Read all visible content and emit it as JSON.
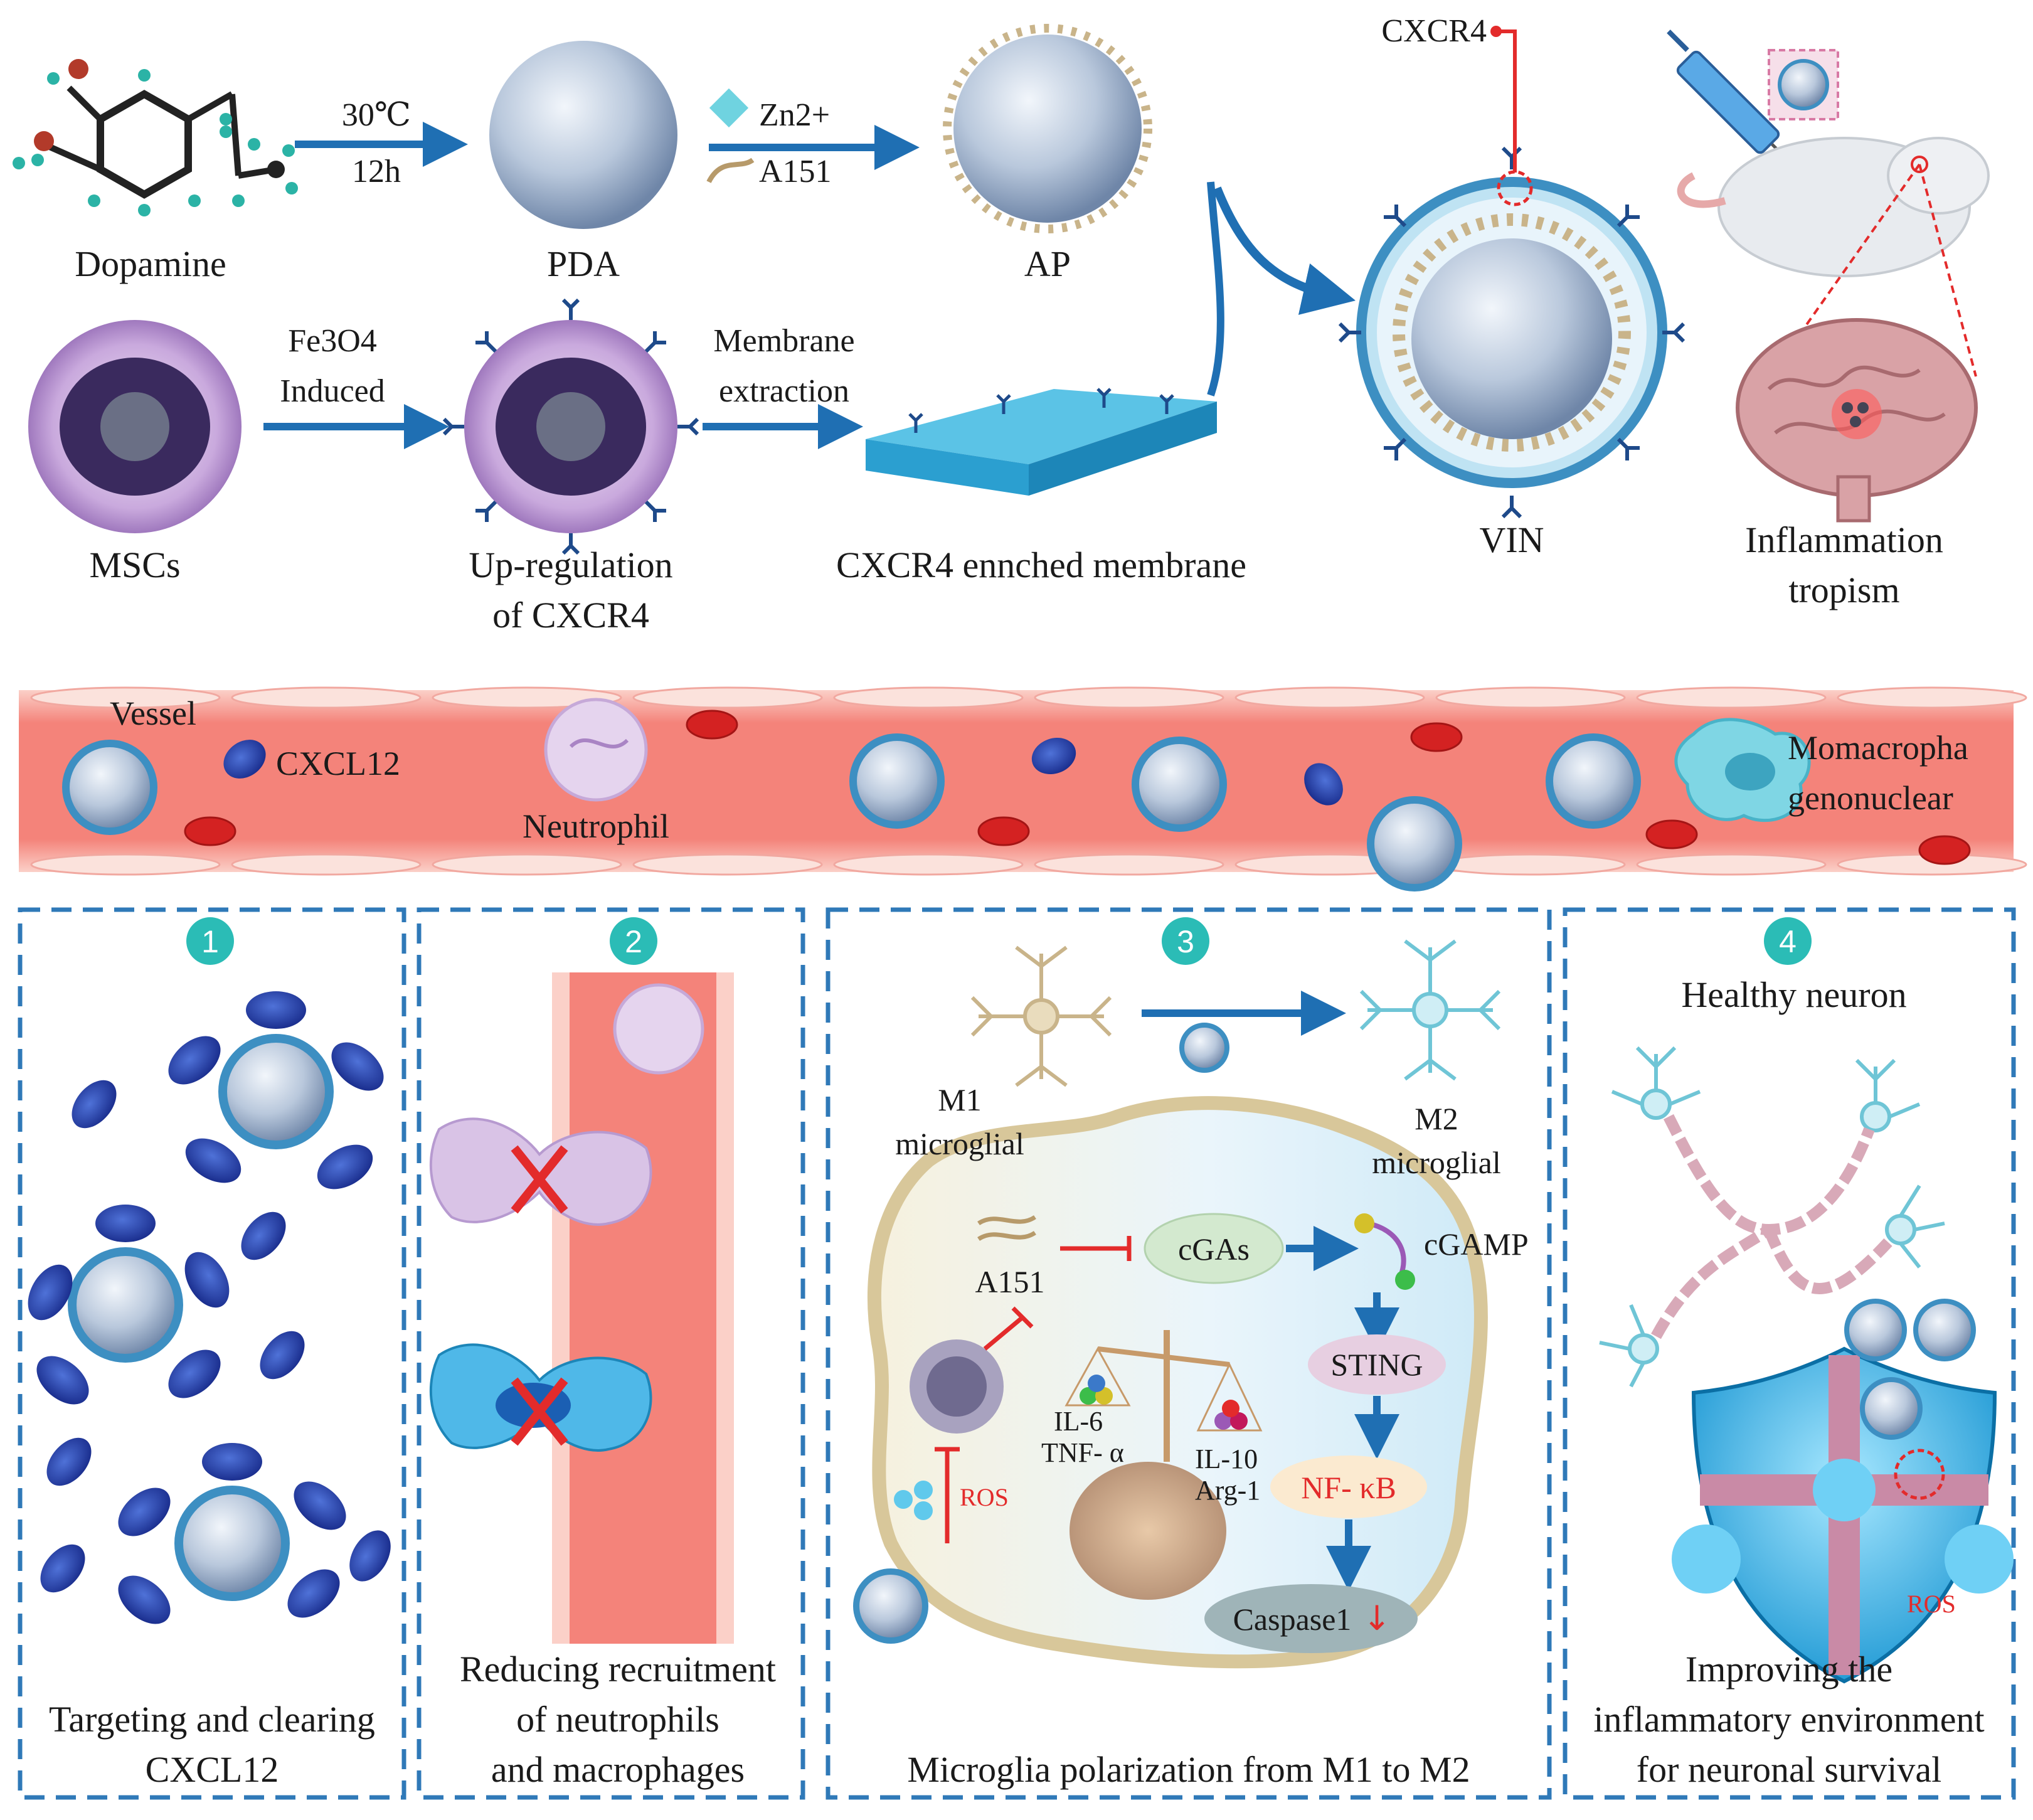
{
  "synthesis": {
    "dopamine_label": "Dopamine",
    "cond_temp": "30℃",
    "cond_time": "12h",
    "pda_label": "PDA",
    "zn_label": "Zn2+",
    "a151_label": "A151",
    "ap_label": "AP",
    "cxcr4_callout": "CXCR4",
    "vin_label": "VIN",
    "inflammation_line1": "Inflammation",
    "inflammation_line2": "tropism"
  },
  "membrane_route": {
    "mscs_label": "MSCs",
    "fe_label": "Fe3O4",
    "induced_label": "Induced",
    "upreg_line1": "Up-regulation",
    "upreg_line2": "of CXCR4",
    "extract_line1": "Membrane",
    "extract_line2": "extraction",
    "membrane_label": "CXCR4 ennched membrane"
  },
  "vessel": {
    "vessel_label": "Vessel",
    "cxcl12_label": "CXCL12",
    "neutrophil_label": "Neutrophil",
    "macro_line1": "Momacropha",
    "macro_line2": "genonuclear"
  },
  "panels": [
    {
      "number": "1",
      "caption_line1": "Targeting and clearing",
      "caption_line2": "CXCL12"
    },
    {
      "number": "2",
      "caption_line1": "Reducing recruitment",
      "caption_line2": "of neutrophils",
      "caption_line3": "and macrophages"
    },
    {
      "number": "3",
      "caption_line1": "Microglia polarization from M1 to M2"
    },
    {
      "number": "4",
      "title": "Healthy neuron",
      "caption_line1": "Improving the",
      "caption_line2": "inflammatory environment",
      "caption_line3": "for neuronal survival"
    }
  ],
  "microglia": {
    "m1_line1": "M1",
    "m1_line2": "microglial",
    "m2_line1": "M2",
    "m2_line2": "microglial",
    "cgas": "cGAs",
    "cgamp": "cGAMP",
    "a151": "A151",
    "sting": "STING",
    "nfkb": "NF- κB",
    "caspase": "Caspase1",
    "down_arrow": "↓",
    "ros": "ROS",
    "il6": "IL-6",
    "tnf": "TNF- α",
    "il10": "IL-10",
    "arg1": "Arg-1"
  },
  "neuron_panel": {
    "ros": "ROS"
  },
  "colors": {
    "accent_blue": "#1f6fb3",
    "panel_border": "#2f79b8",
    "inhibit_red": "#e32b2b",
    "vessel_red": "#f06b63",
    "badge_teal": "#2bbcb6"
  }
}
